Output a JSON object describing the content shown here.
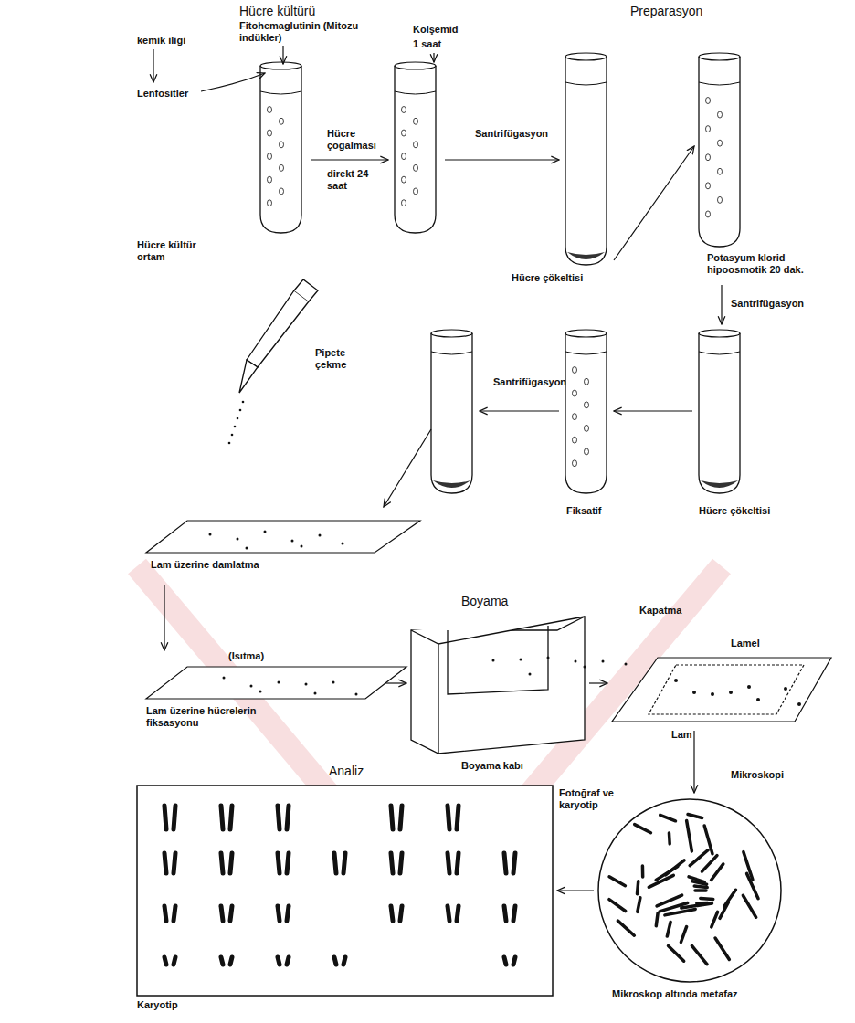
{
  "diagram": {
    "labels": [
      "kemik iliği",
      "Hücre kültürü",
      "Fitohemaglutinin (Mitozu indükler)",
      "Lenfositler",
      "Hücre kültür ortam",
      "Kolşemid",
      "1 saat",
      "Hücre çoğalması",
      "direkt 24 saat",
      "Santrifügasyon",
      "Hücre çökeltisi",
      "Preparasyon",
      "Potasyum klorid hipoosmotik 20 dak.",
      "Santrifügasyon",
      "Hücre çökeltisi",
      "Fiksatif",
      "Santrifügasyon",
      "Pipete çekme",
      "Lam üzerine damlatma",
      "(Isıtma)",
      "Lam üzerine hücrelerin fiksasyonu",
      "Boyama",
      "Boyama kabı",
      "Kapatma",
      "Lamel",
      "Lam",
      "Mikroskopi",
      "Analiz",
      "Fotoğraf ve karyotip",
      "Karyotip",
      "Mikroskop altında metafaz"
    ]
  }
}
